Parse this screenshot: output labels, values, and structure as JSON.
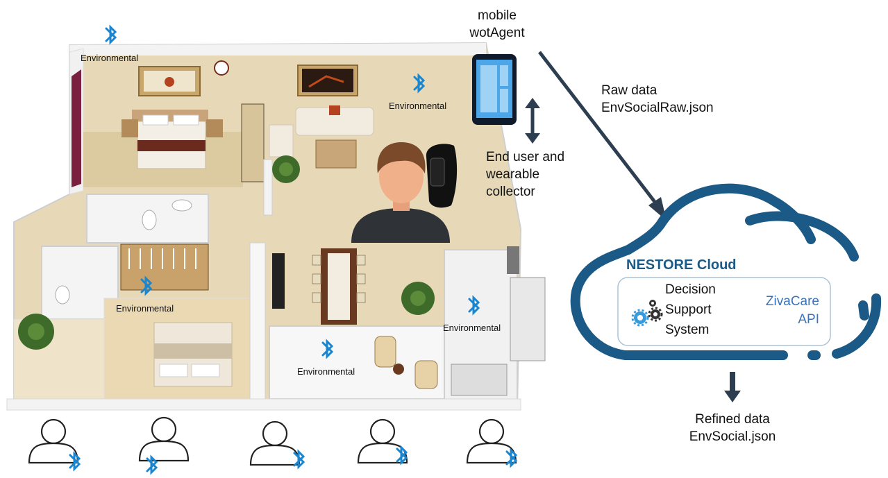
{
  "labels": {
    "mobile_line1": "mobile",
    "mobile_line2": "wotAgent",
    "raw_line1": "Raw data",
    "raw_line2": "EnvSocialRaw.json",
    "end_user_line1": "End user and",
    "end_user_line2": "wearable",
    "end_user_line3": "collector",
    "cloud_title": "NESTORE Cloud",
    "dss_line1": "Decision",
    "dss_line2": "Support",
    "dss_line3": "System",
    "ziva_line1": "ZivaCare",
    "ziva_line2": "API",
    "refined_line1": "Refined data",
    "refined_line2": "EnvSocial.json",
    "env": "Environmental"
  },
  "colors": {
    "bluetooth": "#1a86d0",
    "cloud": "#1b5a86",
    "arrow": "#2c3e50",
    "ziva": "#3a73b8"
  },
  "icons": {
    "sensor": "bluetooth-icon",
    "device": "smartphone-icon",
    "wearable": "smartband-icon",
    "person": "person-icon",
    "gears": "gears-icon",
    "cloud": "cloud-icon"
  }
}
